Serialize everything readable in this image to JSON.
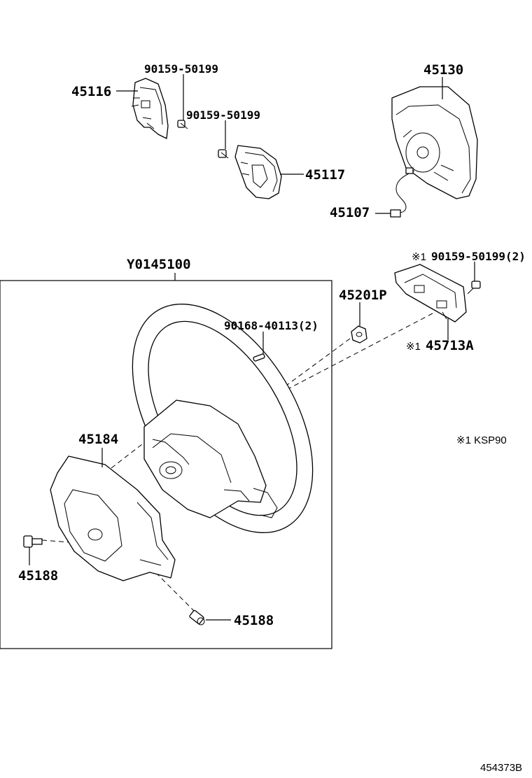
{
  "diagram": {
    "assembly_label": "Y0145100",
    "labels": {
      "p45116": "45116",
      "p90159_a": "90159-50199",
      "p90159_b": "90159-50199",
      "p45117": "45117",
      "p45130": "45130",
      "p45107": "45107",
      "p90159_c": "90159-50199(2)",
      "p90159_c_mark": "※1",
      "p45201p": "45201P",
      "p45713a": "45713A",
      "p45713a_mark": "※1",
      "p90168": "90168-40113(2)",
      "p45184": "45184",
      "p45188_a": "45188",
      "p45188_b": "45188"
    },
    "footnote": "※1 KSP90",
    "figure_code": "454373B"
  }
}
